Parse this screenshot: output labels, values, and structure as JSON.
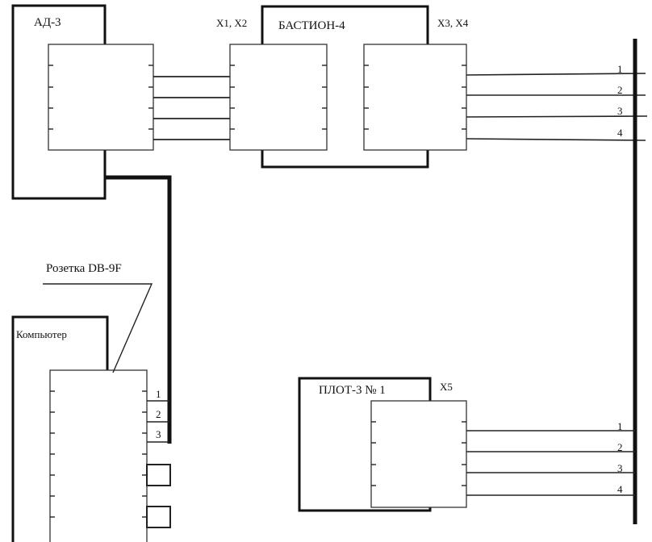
{
  "devices": {
    "ad3": {
      "label": "АД-3"
    },
    "bastion": {
      "label": "БАСТИОН-4",
      "left_connector": "X1, X2",
      "right_connector": "X3, X4"
    },
    "plot": {
      "label": "ПЛОТ-3 № 1",
      "connector": "X5"
    },
    "computer": {
      "label": "Компьютер",
      "socket_label": "Розетка DB-9F",
      "pins": [
        "1",
        "2",
        "3"
      ]
    }
  },
  "bus_top_wires": [
    "1",
    "2",
    "3",
    "4"
  ],
  "bus_bottom_wires": [
    "1",
    "2",
    "3",
    "4"
  ]
}
